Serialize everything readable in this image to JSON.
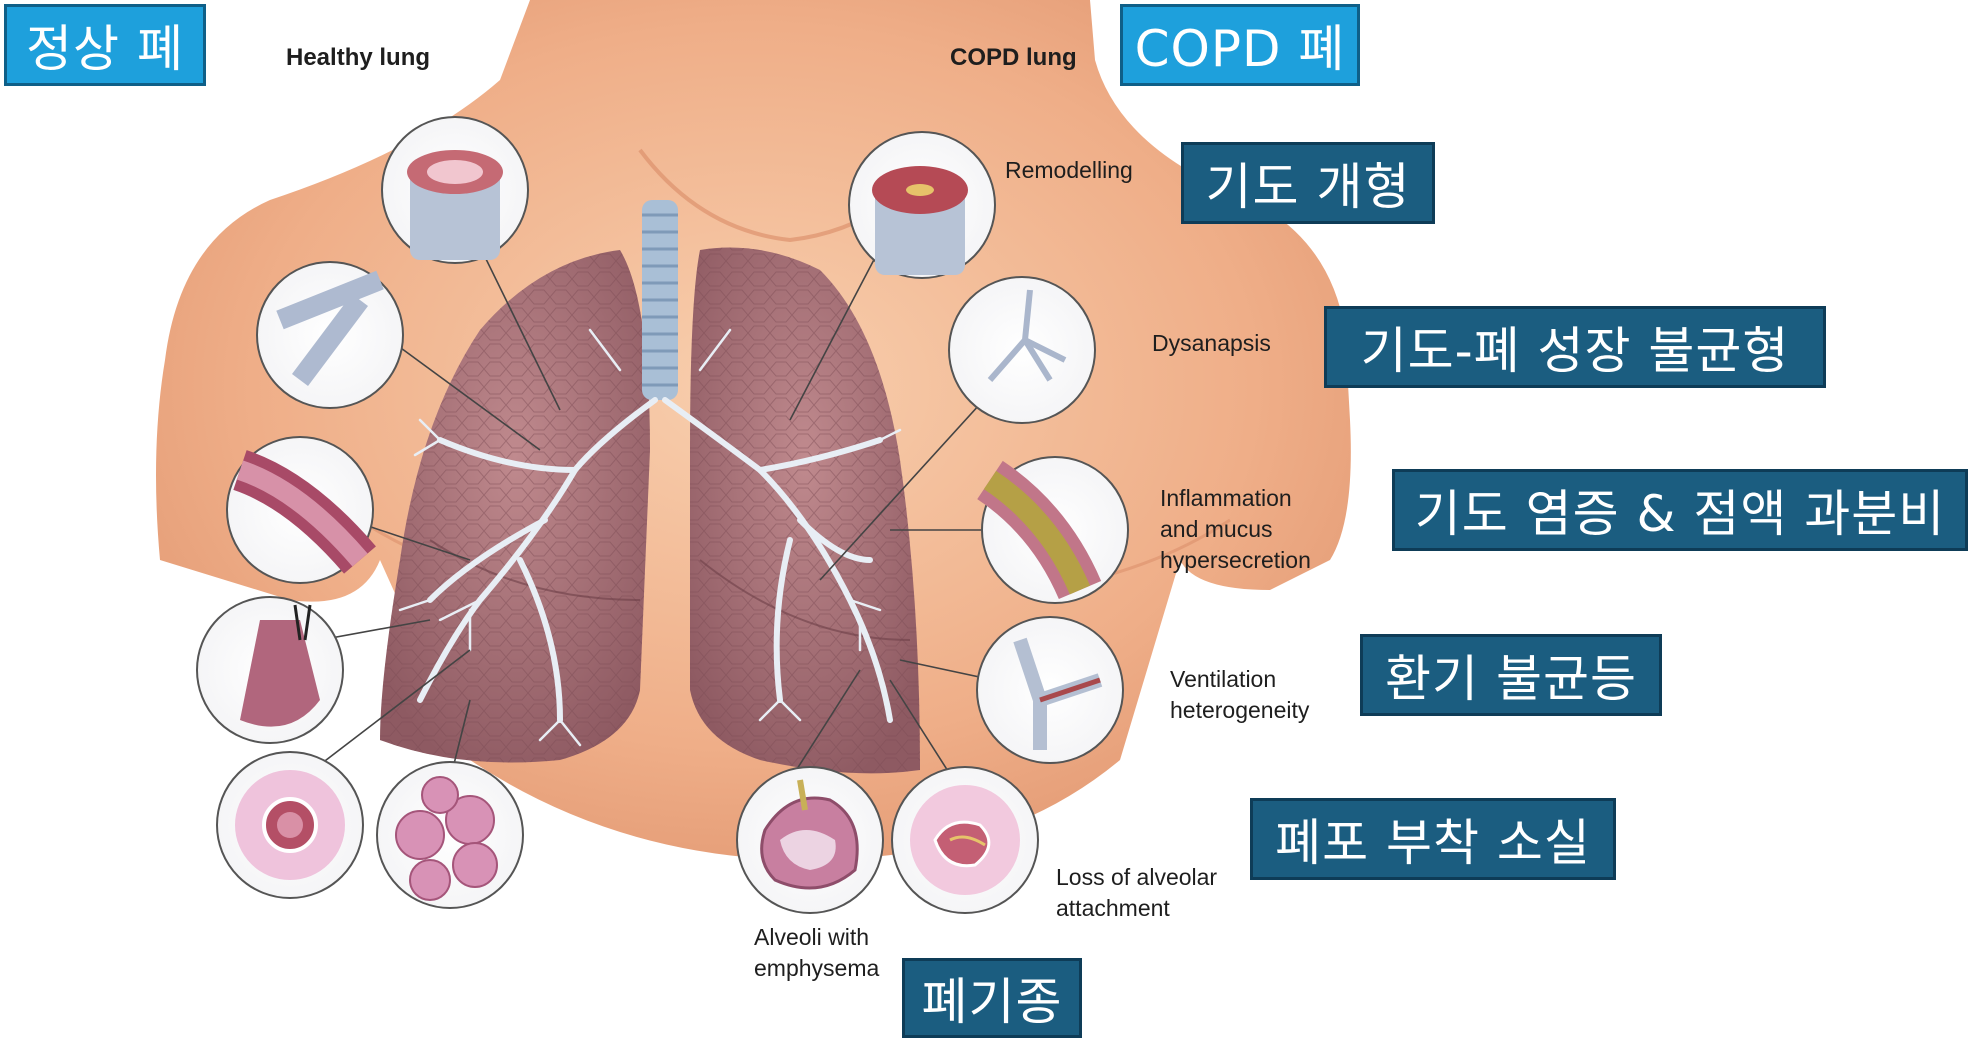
{
  "header": {
    "healthy_en": "Healthy lung",
    "copd_en": "COPD lung",
    "healthy_ko": "정상 폐",
    "copd_ko": "COPD 폐"
  },
  "features": {
    "remodelling": {
      "en": "Remodelling",
      "ko": "기도 개형"
    },
    "dysanapsis": {
      "en": "Dysanapsis",
      "ko": "기도-폐 성장 불균형"
    },
    "inflammation": {
      "en_1": "Inflammation",
      "en_2": "and mucus",
      "en_3": "hypersecretion",
      "ko": "기도 염증 & 점액 과분비"
    },
    "ventilation": {
      "en_1": "Ventilation",
      "en_2": "heterogeneity",
      "ko": "환기 불균등"
    },
    "attachment": {
      "en_1": "Loss of alveolar",
      "en_2": "attachment",
      "ko": "폐포 부착 소실"
    },
    "emphysema": {
      "en_1": "Alveoli with",
      "en_2": "emphysema",
      "ko": "폐기종"
    }
  },
  "colors": {
    "label_light_blue": "#1ea0dc",
    "label_dark_blue": "#1b5d80",
    "skin": "#f0b48e",
    "lung": "#a87278",
    "trachea": "#a9bfd6"
  }
}
